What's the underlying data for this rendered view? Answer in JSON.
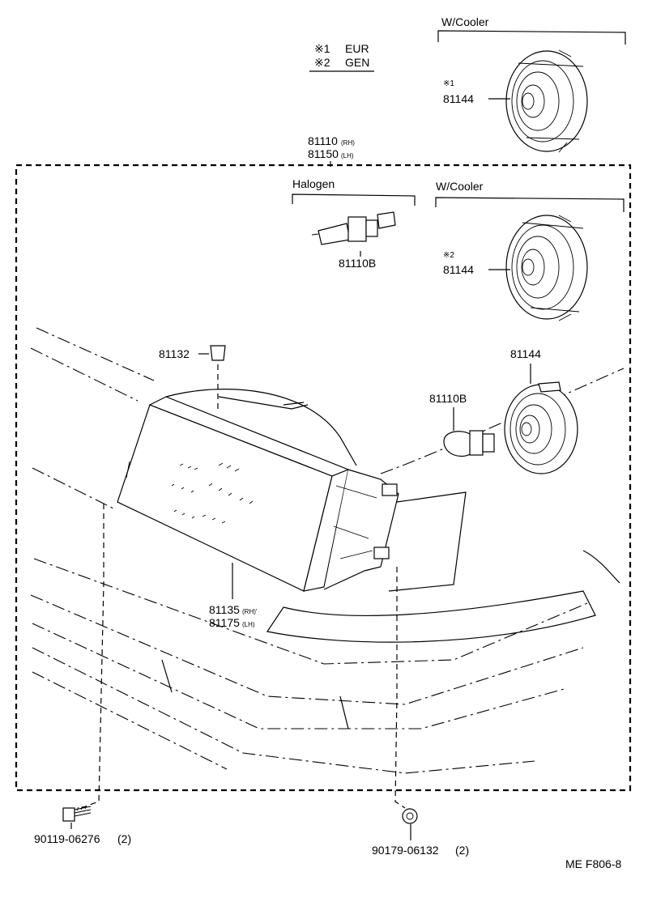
{
  "legend": {
    "mark1": "※1",
    "mark1_text": "EUR",
    "mark2": "※2",
    "mark2_text": "GEN"
  },
  "groups": {
    "cooler_top": "W/Cooler",
    "halogen": "Halogen",
    "cooler_mid": "W/Cooler"
  },
  "parts": {
    "unit_rh": "81110",
    "unit_rh_side": "(RH)",
    "unit_lh": "81150",
    "unit_lh_side": "(LH)",
    "bulb_halogen": "81110B",
    "cover_top_mark": "※1",
    "cover_top": "81144",
    "cover_mid_mark": "※2",
    "cover_mid": "81144",
    "cover_lower": "81144",
    "bulb_lower": "81110B",
    "clip": "81132",
    "housing_rh": "81135",
    "housing_rh_side": "(RH)'",
    "housing_lh": "81175",
    "housing_lh_side": "(LH)",
    "bolt": "90119-06276",
    "bolt_qty": "(2)",
    "nut": "90179-06132",
    "nut_qty": "(2)"
  },
  "diagram_code": "ME F806-8"
}
